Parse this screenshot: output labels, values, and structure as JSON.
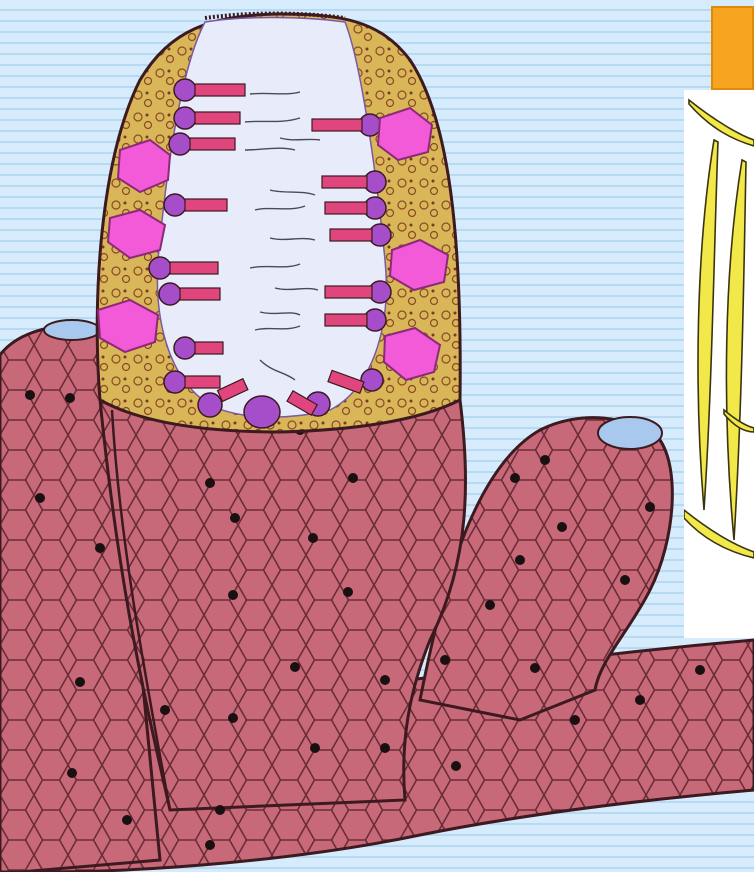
{
  "figure": {
    "subject": "sponge",
    "panels": [
      "sponge-body",
      "spicules-inset"
    ],
    "colors": {
      "background": "#cfe9fb",
      "epidermis": "#c8697a",
      "pore_dot": "#1a1012",
      "mesohyl": "#d9b657",
      "collar_cell": "#a64ec9",
      "amoebocyte": "#f25ad8",
      "spongocoel": "#e8ecfa",
      "osculum": "#a9c8ee",
      "spicule": "#f2e84a",
      "title_box": "#f7a520"
    }
  }
}
